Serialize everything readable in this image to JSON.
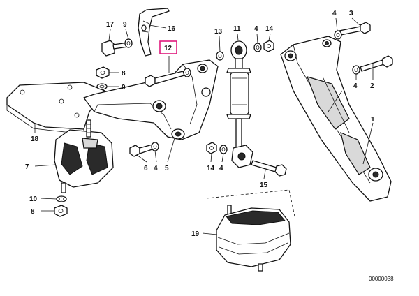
{
  "diagram": {
    "callouts": [
      {
        "id": "c17",
        "label": "17"
      },
      {
        "id": "c9a",
        "label": "9"
      },
      {
        "id": "c16",
        "label": "16"
      },
      {
        "id": "c12",
        "label": "12",
        "highlighted": true
      },
      {
        "id": "c8a",
        "label": "8"
      },
      {
        "id": "c9b",
        "label": "9"
      },
      {
        "id": "c13",
        "label": "13"
      },
      {
        "id": "c11",
        "label": "11"
      },
      {
        "id": "c4a",
        "label": "4"
      },
      {
        "id": "c14a",
        "label": "14"
      },
      {
        "id": "c4b",
        "label": "4"
      },
      {
        "id": "c3",
        "label": "3"
      },
      {
        "id": "c4c",
        "label": "4"
      },
      {
        "id": "c2",
        "label": "2"
      },
      {
        "id": "c18",
        "label": "18"
      },
      {
        "id": "c7",
        "label": "7"
      },
      {
        "id": "c6",
        "label": "6"
      },
      {
        "id": "c4d",
        "label": "4"
      },
      {
        "id": "c5",
        "label": "5"
      },
      {
        "id": "c14b",
        "label": "14"
      },
      {
        "id": "c4e",
        "label": "4"
      },
      {
        "id": "c1",
        "label": "1"
      },
      {
        "id": "c15",
        "label": "15"
      },
      {
        "id": "c10",
        "label": "10"
      },
      {
        "id": "c8b",
        "label": "8"
      },
      {
        "id": "c19",
        "label": "19"
      }
    ],
    "diagram_code": "00000038",
    "colors": {
      "highlight": "#e0197d",
      "ink": "#111111"
    }
  }
}
